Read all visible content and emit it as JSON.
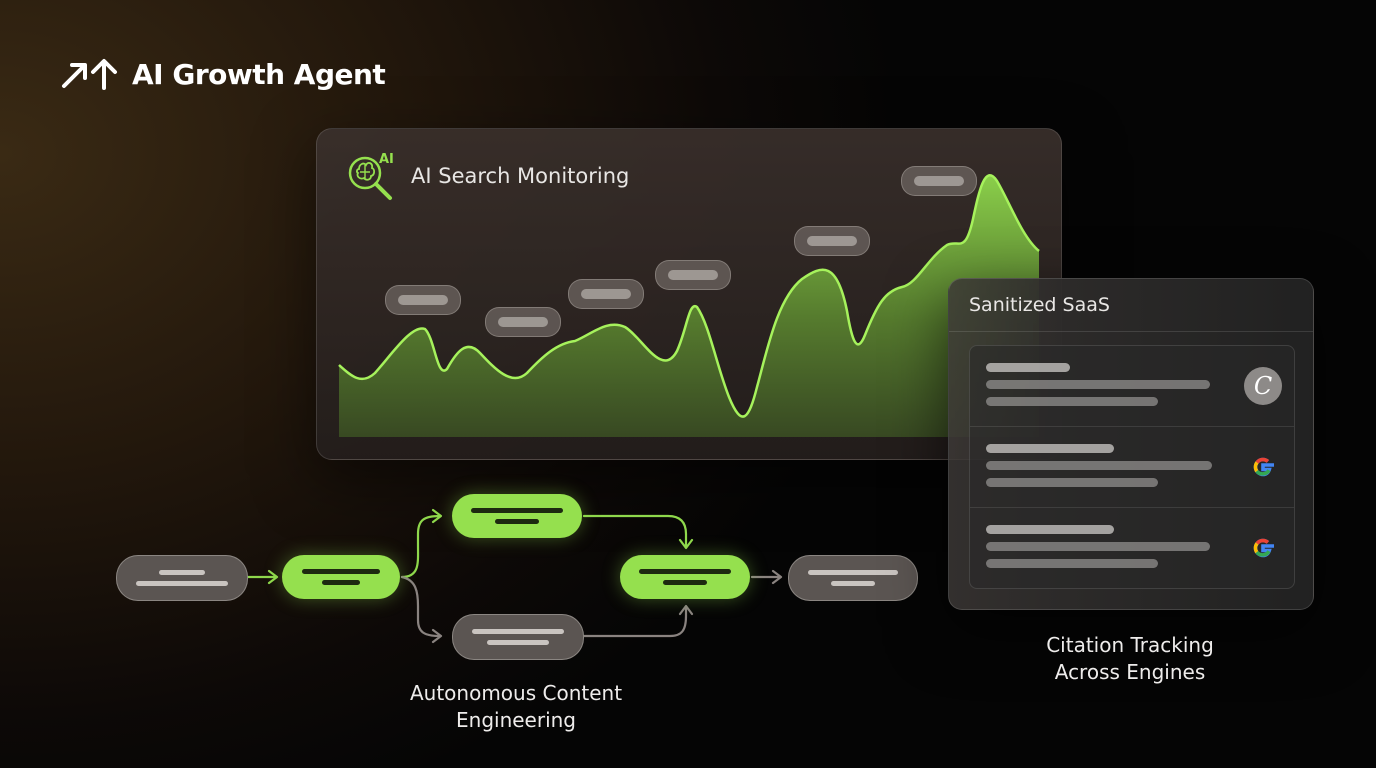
{
  "brand": {
    "title": "AI Growth Agent",
    "icon": "growth-arrows-icon"
  },
  "monitoring_panel": {
    "title": "AI Search Monitoring",
    "icon_label": "AI",
    "icon": "brain-magnifier-icon",
    "accent_color": "#95e04e"
  },
  "citation_card": {
    "title": "Sanitized SaaS",
    "rows": [
      {
        "icon": "c-logo-icon",
        "glyph": "C"
      },
      {
        "icon": "google-icon"
      },
      {
        "icon": "google-icon"
      }
    ]
  },
  "captions": {
    "content": {
      "line1": "Autonomous Content",
      "line2": "Engineering"
    },
    "citation": {
      "line1": "Citation Tracking",
      "line2": "Across Engines"
    }
  },
  "colors": {
    "accent": "#95e04e",
    "node_grey": "#5b5552",
    "background": "#1a120a"
  }
}
